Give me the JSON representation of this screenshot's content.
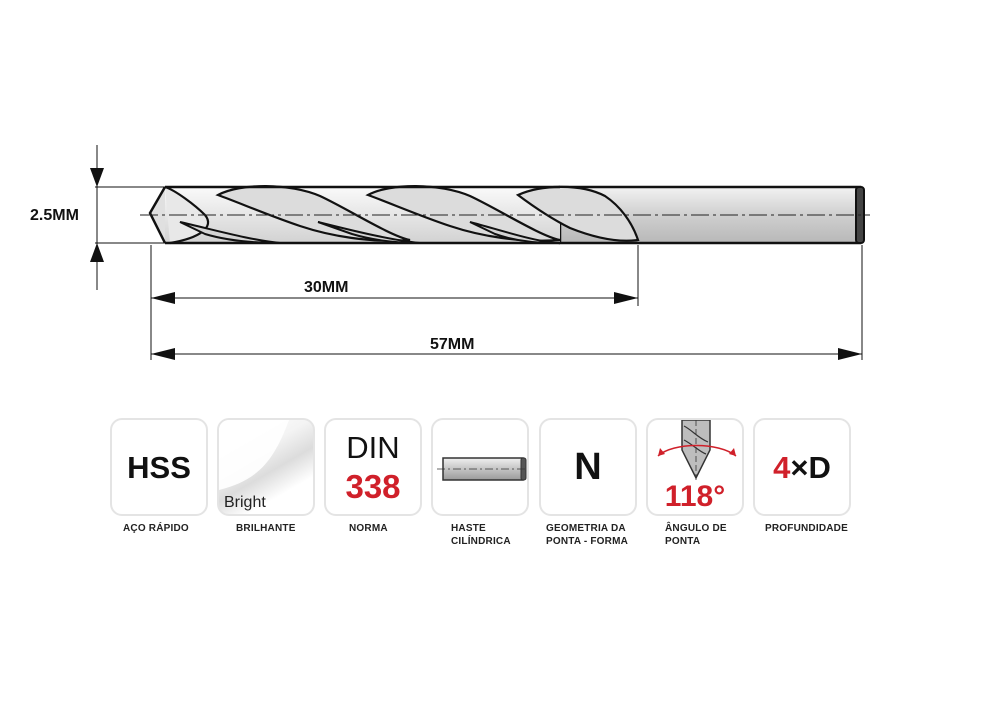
{
  "dimensions": {
    "diameter": "2.5MM",
    "flute_length": "30MM",
    "total_length": "57MM"
  },
  "badges": [
    {
      "text": "HSS",
      "caption": "AÇO RÁPIDO"
    },
    {
      "text": "Bright",
      "caption": "BRILHANTE"
    },
    {
      "line1": "DIN",
      "line2": "338",
      "caption": "NORMA"
    },
    {
      "caption": "HASTE CILÍNDRICA"
    },
    {
      "text": "N",
      "caption": "GEOMETRIA DA PONTA - FORMA"
    },
    {
      "text": "118°",
      "caption": "ÂNGULO DE PONTA"
    },
    {
      "text": "4×D",
      "caption": "PROFUNDIDADE"
    }
  ],
  "colors": {
    "accent_red": "#d0202a",
    "text_dark": "#111111"
  }
}
